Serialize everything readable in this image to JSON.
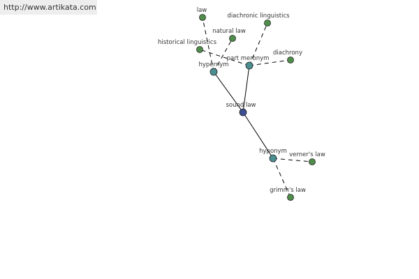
{
  "header": {
    "url": "http://www.artikata.com"
  },
  "colors": {
    "center": "#3d4f93",
    "relation": "#4c8f93",
    "term": "#4f8d4a",
    "edge": "#000000"
  },
  "graph": {
    "nodes": [
      {
        "id": "sound-law",
        "label": "sound law",
        "kind": "center"
      },
      {
        "id": "hypernym",
        "label": "hypernym",
        "kind": "relation"
      },
      {
        "id": "part-meronym",
        "label": "part meronym",
        "kind": "relation"
      },
      {
        "id": "hyponym",
        "label": "hyponym",
        "kind": "relation"
      },
      {
        "id": "law",
        "label": "law",
        "kind": "term"
      },
      {
        "id": "historical-linguistics",
        "label": "historical linguistics",
        "kind": "term"
      },
      {
        "id": "natural-law",
        "label": "natural law",
        "kind": "term"
      },
      {
        "id": "diachronic-linguistics",
        "label": "diachronic linguistics",
        "kind": "term"
      },
      {
        "id": "diachrony",
        "label": "diachrony",
        "kind": "term"
      },
      {
        "id": "verners-law",
        "label": "verner's law",
        "kind": "term"
      },
      {
        "id": "grimms-law",
        "label": "grimm's law",
        "kind": "term"
      }
    ],
    "edges": [
      {
        "from": "sound-law",
        "to": "hypernym",
        "style": "solid"
      },
      {
        "from": "sound-law",
        "to": "part-meronym",
        "style": "solid"
      },
      {
        "from": "sound-law",
        "to": "hyponym",
        "style": "solid"
      },
      {
        "from": "hypernym",
        "to": "law",
        "style": "dashed"
      },
      {
        "from": "hypernym",
        "to": "natural-law",
        "style": "dashed"
      },
      {
        "from": "part-meronym",
        "to": "historical-linguistics",
        "style": "dashed"
      },
      {
        "from": "part-meronym",
        "to": "diachronic-linguistics",
        "style": "dashed"
      },
      {
        "from": "part-meronym",
        "to": "diachrony",
        "style": "dashed"
      },
      {
        "from": "hyponym",
        "to": "verners-law",
        "style": "dashed"
      },
      {
        "from": "hyponym",
        "to": "grimms-law",
        "style": "dashed"
      }
    ]
  }
}
